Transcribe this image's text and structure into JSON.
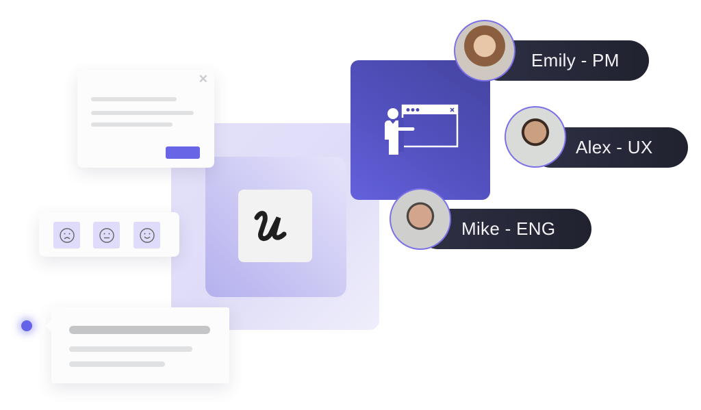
{
  "modal": {
    "close_icon": "close-icon"
  },
  "feedback": {
    "icons": [
      "sad-face-icon",
      "neutral-face-icon",
      "happy-face-icon"
    ]
  },
  "logo": {
    "letter": "u"
  },
  "accent_color": "#6866e6",
  "team": [
    {
      "label": "Emily - PM"
    },
    {
      "label": "Alex - UX"
    },
    {
      "label": "Mike - ENG"
    }
  ]
}
